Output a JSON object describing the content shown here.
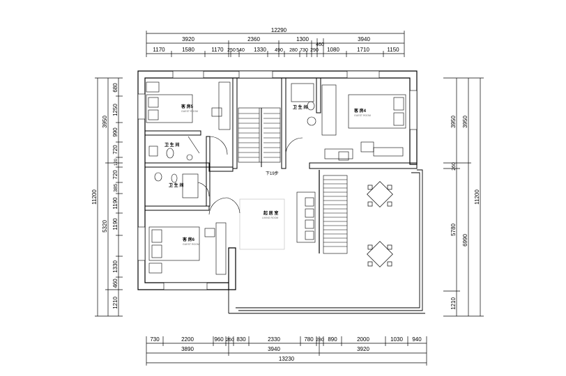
{
  "dimensions": {
    "top_total": "12290",
    "top_mid": [
      "3920",
      "2360",
      "1300",
      "3940"
    ],
    "top_detail": [
      "1170",
      "1580",
      "1170",
      "250",
      "540",
      "1330",
      "490",
      "280",
      "730",
      "290",
      "1080",
      "1710",
      "1150"
    ],
    "top_extra": "460",
    "bottom_detail": [
      "730",
      "2200",
      "960",
      "260",
      "830",
      "2330",
      "780",
      "280",
      "890",
      "2000",
      "1030",
      "940"
    ],
    "bottom_mid": [
      "3890",
      "3940",
      "3920"
    ],
    "bottom_total": "13230",
    "left_detail": [
      "680",
      "1250",
      "990",
      "720",
      "120",
      "720",
      "385",
      "1190",
      "1190",
      "1330",
      "460",
      "1210"
    ],
    "left_mid": [
      "3950",
      "5320"
    ],
    "left_total": "11200",
    "right_a": [
      "3950",
      "260",
      "5780",
      "1210"
    ],
    "right_b": [
      "3950",
      "6990"
    ],
    "right_total": "11200"
  },
  "rooms": {
    "guest5": "客 房5",
    "guest4": "客 房4",
    "guest6": "客 房6",
    "bath_left_upper": "卫 生 间",
    "bath_left_lower": "卫 生 间",
    "bath_right": "卫 生 间",
    "living": "起 居 室",
    "stairs": "下19步",
    "guest_sub": "GUEST ROOM",
    "living_sub": "LIVING ROOM"
  }
}
